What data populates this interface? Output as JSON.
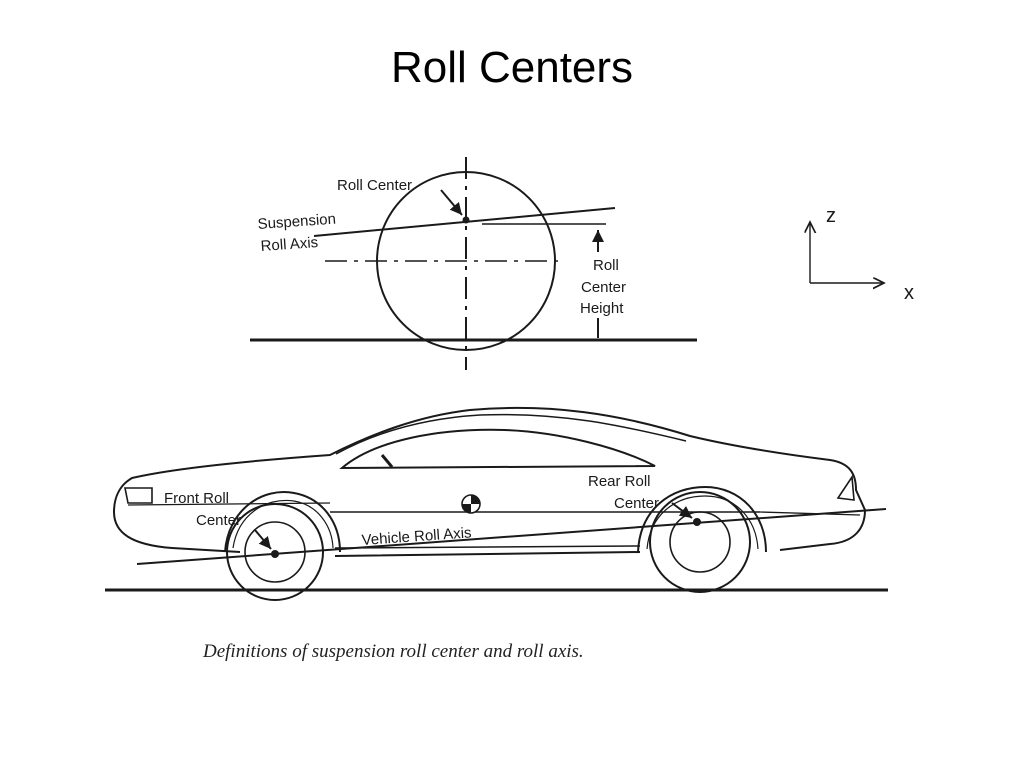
{
  "title": "Roll Centers",
  "caption": "Definitions of suspension roll center and roll axis.",
  "axes": {
    "z_label": "z",
    "x_label": "x"
  },
  "front_view": {
    "roll_center_label": "Roll Center",
    "suspension_roll_axis_line1": "Suspension",
    "suspension_roll_axis_line2": "Roll Axis",
    "roll_center_height_line1": "Roll",
    "roll_center_height_line2": "Center",
    "roll_center_height_line3": "Height"
  },
  "side_view": {
    "front_roll_center_line1": "Front Roll",
    "front_roll_center_line2": "Center",
    "rear_roll_center_line1": "Rear Roll",
    "rear_roll_center_line2": "Center",
    "vehicle_roll_axis_label": "Vehicle Roll Axis"
  },
  "colors": {
    "ink": "#1a1a1a",
    "background": "#ffffff"
  }
}
